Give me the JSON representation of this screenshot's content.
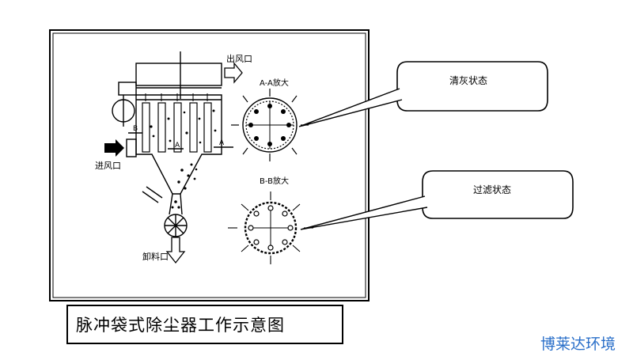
{
  "diagram": {
    "labels": {
      "outlet": "出风口",
      "inlet": "进风口",
      "discharge": "卸料口",
      "section_a_marker": "A",
      "section_b_marker": "B",
      "section_a_title": "A-A放大",
      "section_b_title": "B-B放大"
    },
    "callouts": {
      "cleaning": "清灰状态",
      "filtering": "过滤状态"
    },
    "caption": "脉冲袋式除尘器工作示意图"
  },
  "brand": {
    "text": "博莱达环境",
    "color": "#2a6fc9"
  }
}
